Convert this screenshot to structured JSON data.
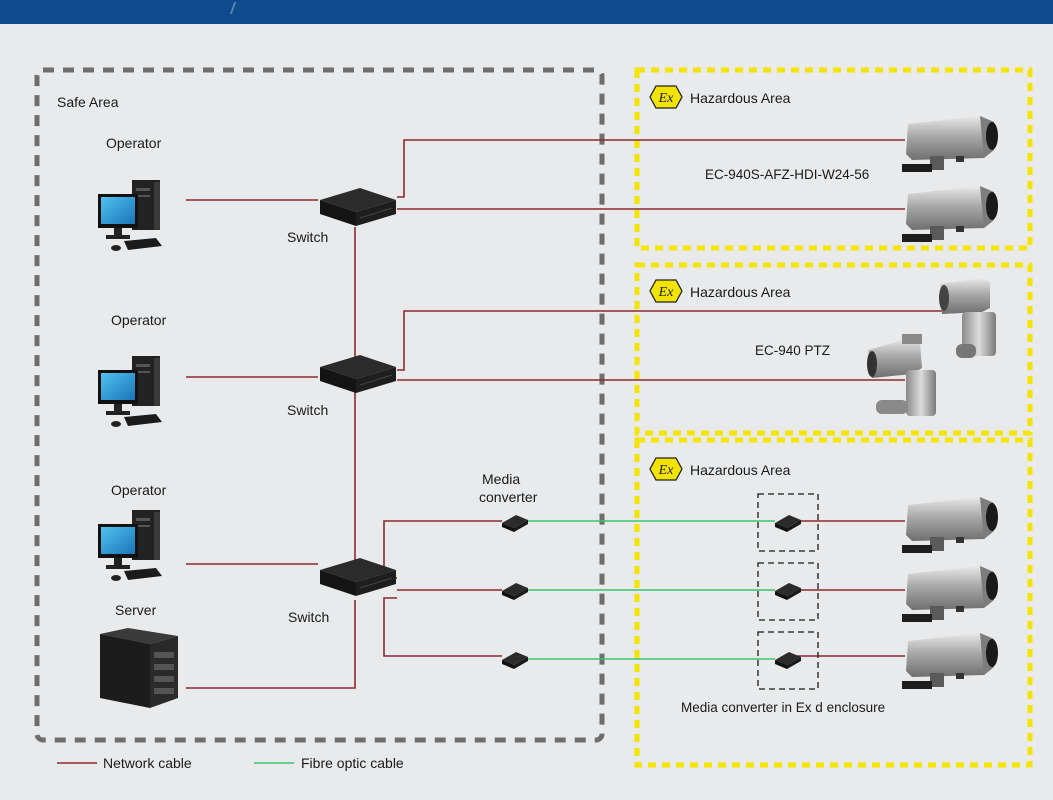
{
  "colors": {
    "header": "#0f4a8c",
    "background": "#e8eaec",
    "safe_border": "#6e6e6e",
    "hazard_border": "#f5e400",
    "network_cable": "#8a2b2b",
    "fibre_cable": "#39c66a",
    "ex_badge": "#f2e400"
  },
  "safe_area": {
    "label": "Safe Area"
  },
  "hazard_areas": [
    {
      "label": "Hazardous Area",
      "badge": "Ex",
      "camera_label": "EC-940S-AFZ-HDI-W24-56"
    },
    {
      "label": "Hazardous Area",
      "badge": "Ex",
      "camera_label": "EC-940 PTZ"
    },
    {
      "label": "Hazardous Area",
      "badge": "Ex",
      "enclosure_label": "Media converter in Ex d enclosure"
    }
  ],
  "operators": [
    {
      "label": "Operator"
    },
    {
      "label": "Operator"
    },
    {
      "label": "Operator"
    }
  ],
  "server": {
    "label": "Server"
  },
  "switches": [
    {
      "label": "Switch"
    },
    {
      "label": "Switch"
    },
    {
      "label": "Switch"
    }
  ],
  "media_converter": {
    "label_line1": "Media",
    "label_line2": "converter"
  },
  "legend": {
    "network": "Network cable",
    "fibre": "Fibre optic cable"
  },
  "icons": [
    "workstation-icon",
    "server-icon",
    "network-switch-icon",
    "media-converter-icon",
    "bullet-camera-icon",
    "ptz-camera-icon",
    "ex-atex-icon"
  ]
}
